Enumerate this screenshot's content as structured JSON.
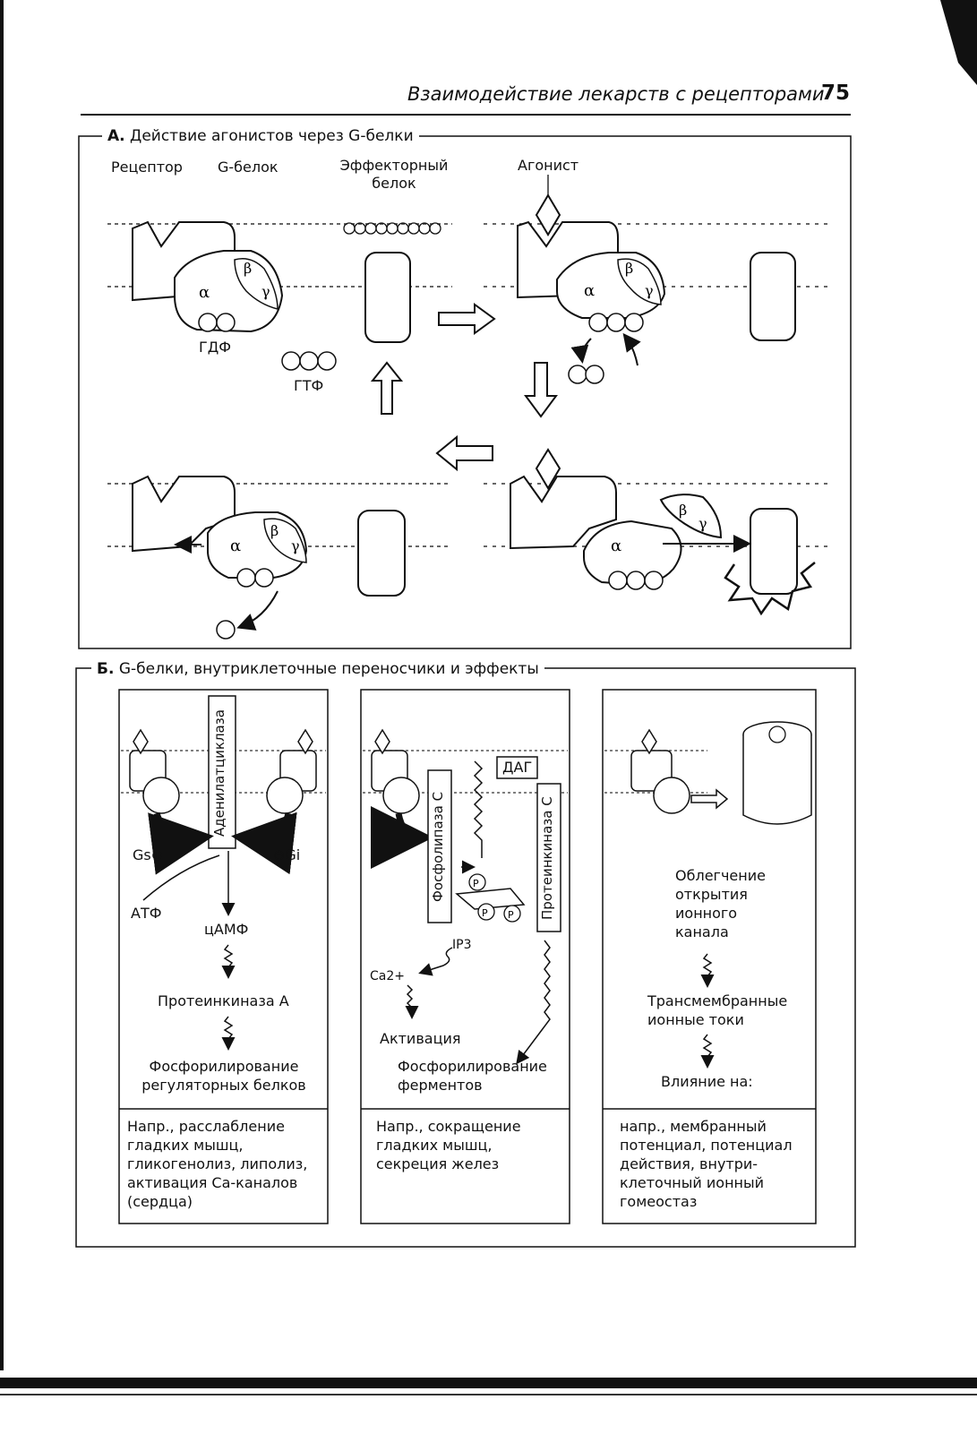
{
  "header": {
    "title": "Взаимодействие лекарств с рецепторами",
    "page_number": "75"
  },
  "sectionA": {
    "title_letter": "А.",
    "title": "Действие агонистов через G-белки",
    "labels": {
      "receptor": "Рецептор",
      "gprotein": "G-белок",
      "effector": "Эффекторный белок",
      "agonist": "Агонист",
      "gdp": "ГДФ",
      "gtp": "ГТФ",
      "alpha": "α",
      "beta": "β",
      "gamma": "γ"
    }
  },
  "sectionB": {
    "title_letter": "Б.",
    "title": "G-белки, внутриклеточные переносчики и эффекты",
    "col1": {
      "enzyme": "Аденилатциклаза",
      "gs": "Gs⊕",
      "gi": "⊝Gi",
      "atp": "АТФ",
      "camp": "цАМФ",
      "pka": "Протеинкиназа А",
      "result": "Фосфорилирование регуляторных белков",
      "example": "Напр., расслабление гладких мышц, гликогенолиз, липолиз, активация Са-каналов (сердца)"
    },
    "col2": {
      "plc": "Фосфолипаза С",
      "pkc": "Протеинкиназа С",
      "dag": "ДАГ",
      "ip3": "IP3",
      "ca": "Ca2+",
      "activation": "Активация",
      "result": "Фосфорилирование ферментов",
      "example": "Напр., сокращение гладких мышц, секреция желез"
    },
    "col3": {
      "step1": "Облегчение открытия ионного канала",
      "step2": "Трансмембранные ионные токи",
      "step3": "Влияние на:",
      "example": "напр., мембранный потенциал, потенциал действия, внутри-клеточный ионный гомеостаз"
    }
  }
}
